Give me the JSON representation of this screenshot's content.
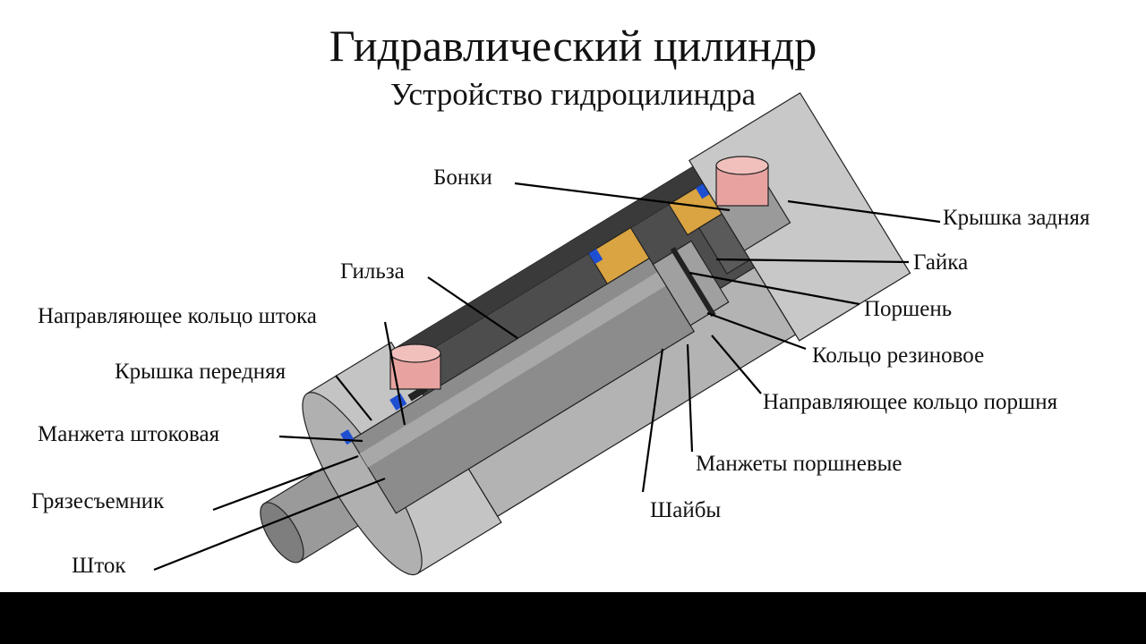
{
  "title": "Гидравлический цилиндр",
  "subtitle": "Устройство гидроцилиндра",
  "labels": {
    "bonki": "Бонки",
    "rear_cover": "Крышка задняя",
    "nut": "Гайка",
    "piston": "Поршень",
    "rubber_ring": "Кольцо резиновое",
    "piston_guide_ring": "Направляющее кольцо поршня",
    "piston_seals": "Манжеты поршневые",
    "washers": "Шайбы",
    "sleeve": "Гильза",
    "rod_guide_ring": "Направляющее кольцо штока",
    "front_cover": "Крышка передняя",
    "rod_seal": "Манжета штоковая",
    "wiper": "Грязесъемник",
    "rod": "Шток"
  },
  "colors": {
    "body": "#bdbdbd",
    "dark": "#4a4a4a",
    "rod": "#8a8a8a",
    "piston": "#d9a441",
    "seal": "#1f4fd1",
    "boss": "#e8a3a0"
  }
}
